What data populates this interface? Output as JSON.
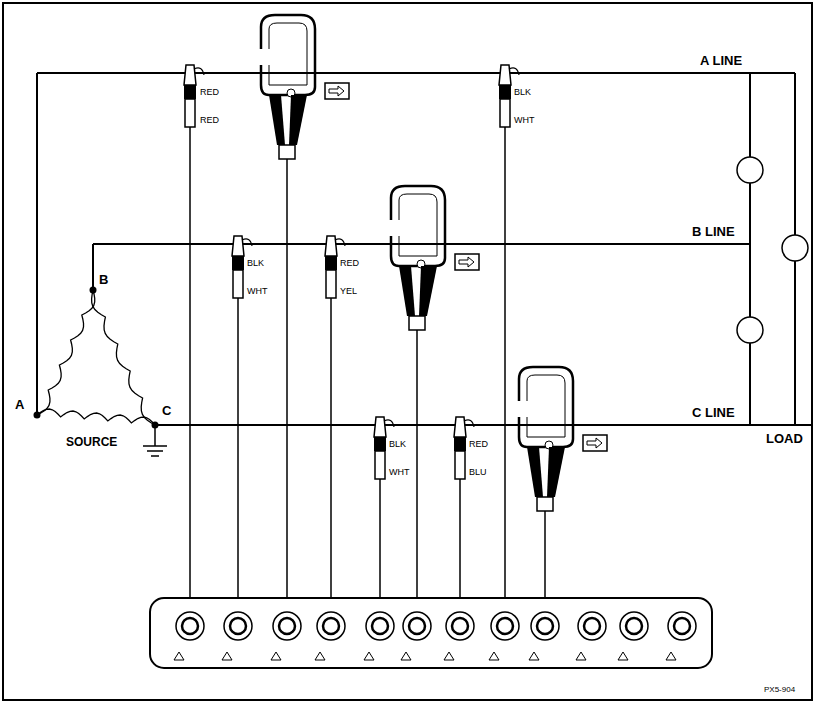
{
  "diagram": {
    "labels": [
      "A LINE",
      "B LINE",
      "C LINE",
      "LOAD",
      "B",
      "A",
      "C",
      "SOURCE",
      "RED",
      "RED",
      "BLK",
      "WHT",
      "BLK",
      "WHT",
      "RED",
      "YEL",
      "BLK",
      "WHT",
      "RED",
      "BLU",
      "PX5-904"
    ]
  }
}
